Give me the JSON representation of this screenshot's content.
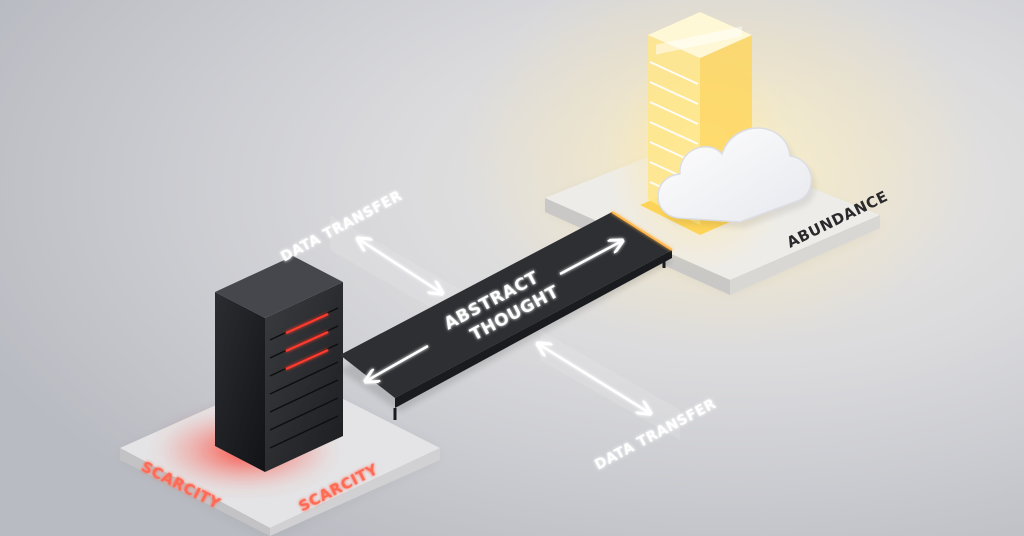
{
  "labels": {
    "data_transfer_top": "DATA TRANSFER",
    "data_transfer_bottom": "DATA TRANSFER",
    "abstract": "ABSTRACT",
    "thought": "THOUGHT",
    "abundance": "ABUNDANCE",
    "scarcity_left": "SCARCITY",
    "scarcity_right": "SCARCITY"
  },
  "colors": {
    "background": "#c9cacf",
    "scarcity_glow": "#ff3b2f",
    "abundance_glow": "#ffe27a",
    "bridge": "#2e2f33",
    "arrow": "#ffffff"
  },
  "icons": {
    "server_left": "dark-server-rack-icon",
    "server_right": "glowing-server-stack-icon",
    "cloud": "cloud-icon"
  }
}
